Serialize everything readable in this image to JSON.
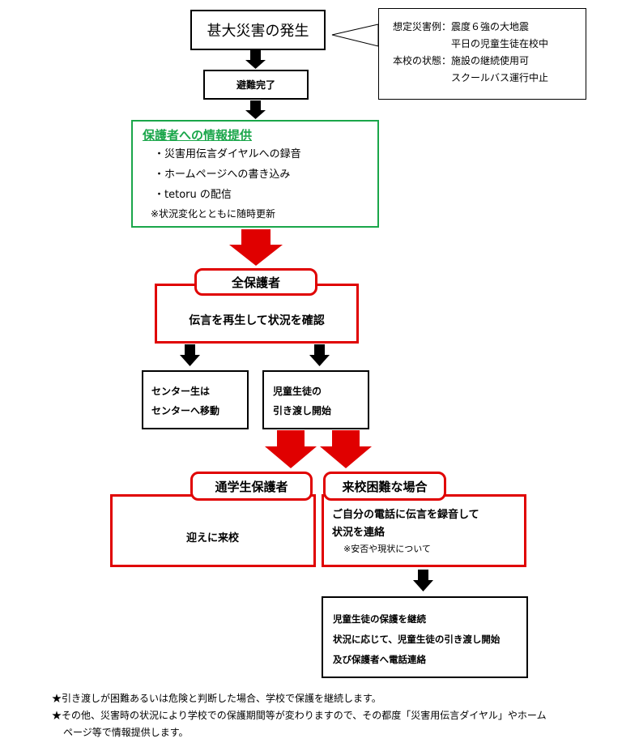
{
  "title_box": "甚大災害の発生",
  "callout": {
    "row1_label": "想定災害例：",
    "row1_value": "震度６強の大地震",
    "row2_value": "平日の児童生徒在校中",
    "row3_label": "本校の状態：",
    "row3_value": "施設の継続使用可",
    "row4_value": "スクールバス運行中止"
  },
  "evac_box": "避難完了",
  "info_box": {
    "heading": "保護者への情報提供",
    "items": [
      "・災害用伝言ダイヤルへの録音",
      "・ホームページへの書き込み",
      "・tetoru の配信"
    ],
    "note": "※状況変化とともに随時更新"
  },
  "all_guardians": {
    "pill": "全保護者",
    "body": "伝言を再生して状況を確認"
  },
  "center_box": {
    "line1": "センター生は",
    "line2": "センターへ移動"
  },
  "handover_box": {
    "line1": "児童生徒の",
    "line2": "引き渡し開始"
  },
  "commuter": {
    "pill": "通学生保護者",
    "body": "迎えに来校"
  },
  "difficult": {
    "pill": "来校困難な場合",
    "line1": "ご自分の電話に伝言を録音して",
    "line2": "状況を連絡",
    "note": "※安否や現状について"
  },
  "continue_box": {
    "line1": "児童生徒の保護を継続",
    "line2": "状況に応じて、児童生徒の引き渡し開始",
    "line3": "及び保護者へ電話連絡"
  },
  "footnotes": {
    "note1": "★引き渡しが困難あるいは危険と判断した場合、学校で保護を継続します。",
    "note2a": "★その他、災害時の状況により学校での保護期間等が変わりますので、その都度「災害用伝言ダイヤル」やホーム",
    "note2b": "ページ等で情報提供します。"
  },
  "colors": {
    "red": "#e00000",
    "green": "#1aa64a",
    "black": "#000000"
  }
}
